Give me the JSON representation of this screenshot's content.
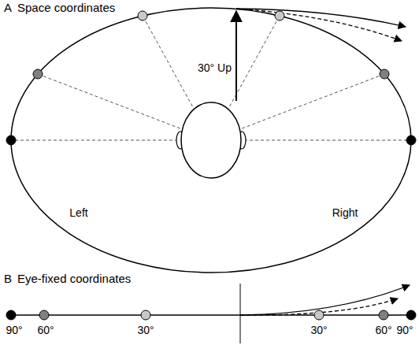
{
  "diagram": {
    "labels": [
      "A",
      "Space coordinates",
      "30° Up",
      "Left",
      "Right",
      "B",
      "Eye-fixed coordinates",
      "90°",
      "60°",
      "30°",
      "30°",
      "60°",
      "90°"
    ]
  }
}
